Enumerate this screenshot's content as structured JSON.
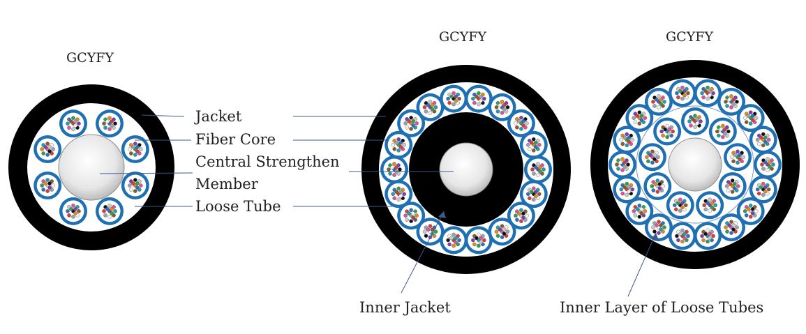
{
  "titles": {
    "left": "GCYFY",
    "middle": "GCYFY",
    "right": "GCYFY"
  },
  "labels": {
    "jacket": "Jacket",
    "fiber_core": "Fiber Core",
    "central_strength_line1": "Central Strengthen",
    "central_strength_line2": "Member",
    "loose_tube": "Loose Tube",
    "inner_jacket": "Inner Jacket",
    "inner_layer": "Inner Layer of Loose Tubes"
  },
  "colors": {
    "jacket": "#000000",
    "tube_ring": "#1f6fb3",
    "leader_line": "#3d5a8a",
    "fiber_palette": [
      "#d63c3c",
      "#2d6fc0",
      "#2e9e4f",
      "#e08a1e",
      "#7a3fb0",
      "#111111",
      "#c9c9c9",
      "#e04fa0",
      "#1aa0a8",
      "#8a5a2b",
      "#f2f2f2",
      "#9aa2ab"
    ]
  }
}
